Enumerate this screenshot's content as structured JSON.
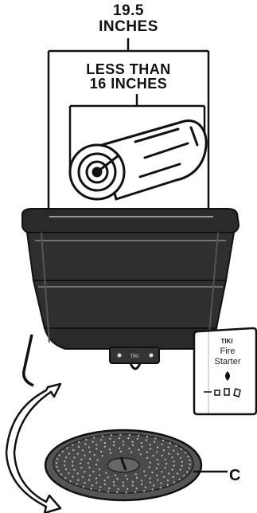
{
  "dimensions": {
    "outer_line1": "19.5",
    "outer_line2": "INCHES",
    "inner_line1": "LESS THAN",
    "inner_line2": "16 INCHES"
  },
  "pit_badge": "TIKI",
  "fire_starter": {
    "brand": "TIKI",
    "line1": "Fire",
    "line2": "Starter"
  },
  "callout_label": "C",
  "colors": {
    "ink": "#111111",
    "body": "#2a2a2a",
    "ember_tray": "#5a5a5a",
    "packet": "#ffffff"
  }
}
